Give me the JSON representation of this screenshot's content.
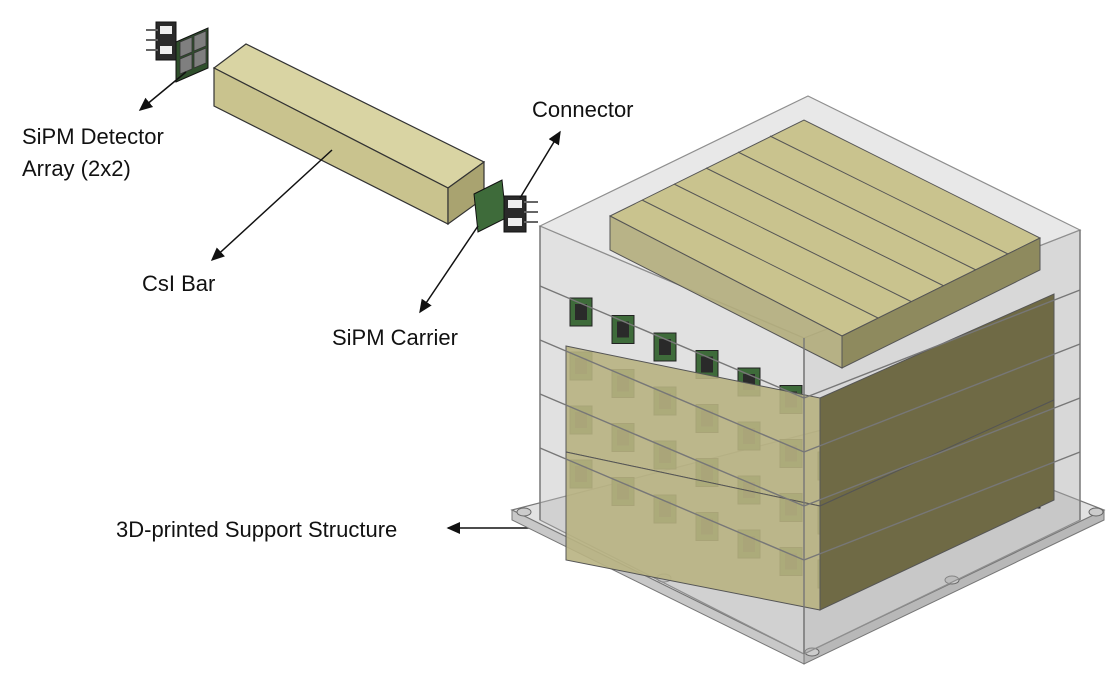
{
  "labels": {
    "sipm_array_line1": "SiPM Detector",
    "sipm_array_line2": "Array (2x2)",
    "connector": "Connector",
    "csi_bar": "CsI Bar",
    "sipm_carrier": "SiPM Carrier",
    "support_structure": "3D-printed Support Structure"
  },
  "colors": {
    "csi_face": "#c9c38e",
    "csi_top": "#d9d4a3",
    "csi_side": "#a9a370",
    "frame": "#8f8f8f",
    "pcb_green": "#3e6b3a",
    "connector_dark": "#2a2a2a",
    "base_plate": "#d9d9d9"
  },
  "assembly": {
    "layers": 4,
    "bars_per_layer": 6
  }
}
